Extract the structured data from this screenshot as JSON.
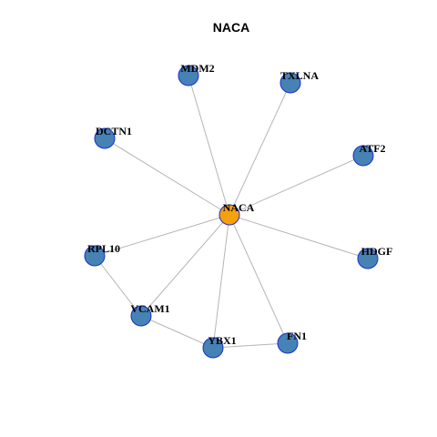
{
  "title": "NACA",
  "colors": {
    "hub": "#f5a00f",
    "node": "#4682b4",
    "border": "#1a2fcf",
    "edge": "#b5b5b5"
  },
  "nodes": [
    {
      "id": "NACA",
      "label": "NACA",
      "role": "hub"
    },
    {
      "id": "MDM2",
      "label": "MDM2",
      "role": "neighbor"
    },
    {
      "id": "TXLNA",
      "label": "TXLNA",
      "role": "neighbor"
    },
    {
      "id": "DCTN1",
      "label": "DCTN1",
      "role": "neighbor"
    },
    {
      "id": "ATF2",
      "label": "ATF2",
      "role": "neighbor"
    },
    {
      "id": "RPL10",
      "label": "RPL10",
      "role": "neighbor"
    },
    {
      "id": "HDGF",
      "label": "HDGF",
      "role": "neighbor"
    },
    {
      "id": "VCAM1",
      "label": "VCAM1",
      "role": "neighbor"
    },
    {
      "id": "YBX1",
      "label": "YBX1",
      "role": "neighbor"
    },
    {
      "id": "FN1",
      "label": "FN1",
      "role": "neighbor"
    }
  ],
  "edges": [
    [
      "NACA",
      "MDM2"
    ],
    [
      "NACA",
      "TXLNA"
    ],
    [
      "NACA",
      "DCTN1"
    ],
    [
      "NACA",
      "ATF2"
    ],
    [
      "NACA",
      "RPL10"
    ],
    [
      "NACA",
      "HDGF"
    ],
    [
      "NACA",
      "VCAM1"
    ],
    [
      "NACA",
      "YBX1"
    ],
    [
      "NACA",
      "FN1"
    ],
    [
      "RPL10",
      "VCAM1"
    ],
    [
      "VCAM1",
      "YBX1"
    ],
    [
      "YBX1",
      "FN1"
    ]
  ]
}
